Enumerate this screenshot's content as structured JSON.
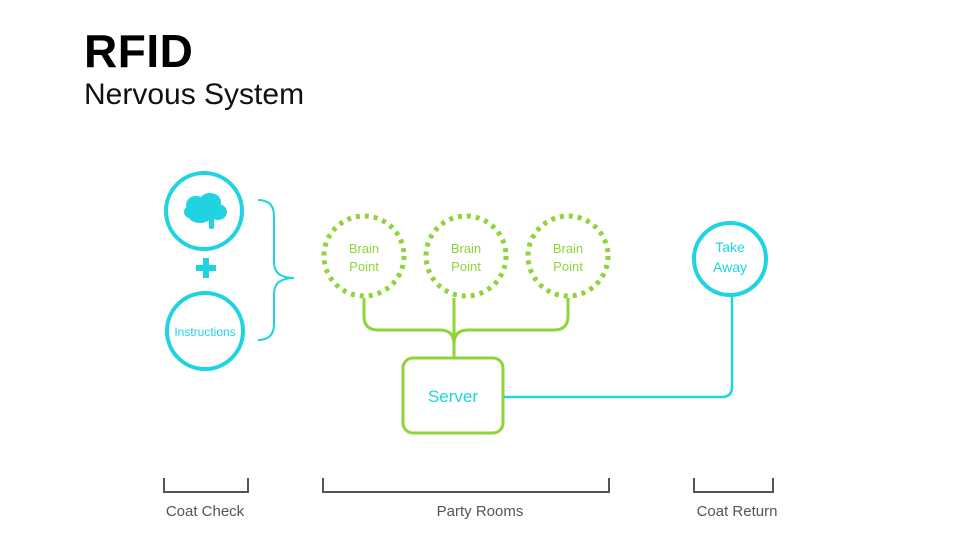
{
  "title": "RFID",
  "subtitle": "Nervous System",
  "nodes": {
    "brain_icon": "brain-icon",
    "plus_icon": "plus-icon",
    "instructions": "Instructions",
    "brain_points": [
      {
        "line1": "Brain",
        "line2": "Point"
      },
      {
        "line1": "Brain",
        "line2": "Point"
      },
      {
        "line1": "Brain",
        "line2": "Point"
      }
    ],
    "take_away": {
      "line1": "Take",
      "line2": "Away"
    },
    "server": "Server"
  },
  "sections": {
    "coat_check": "Coat Check",
    "party_rooms": "Party Rooms",
    "coat_return": "Coat Return"
  },
  "colors": {
    "cyan": "#1fd3e0",
    "green": "#8fd438",
    "bracket": "#555555"
  }
}
